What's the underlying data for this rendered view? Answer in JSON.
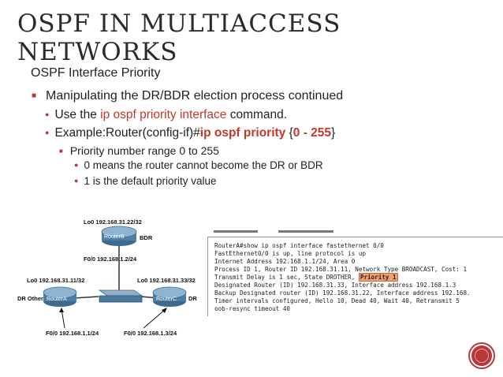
{
  "slide": {
    "title": "OSPF IN MULTIACCESS NETWORKS",
    "subtitle": "OSPF Interface Priority",
    "bullet1": "Manipulating the DR/BDR election process continued",
    "bullet2a_pre": "Use the ",
    "bullet2a_red": "ip ospf priority interface",
    "bullet2a_post": " command.",
    "bullet2b_pre": "Example:Router(config-if)#",
    "bullet2b_red": "ip ospf priority",
    "bullet2b_mid": " {",
    "bullet2b_range": "0 - 255",
    "bullet2b_post": "}",
    "bullet3": "Priority number range 0 to 255",
    "bullet4a": "0 means the router cannot become the DR or BDR",
    "bullet4b": "1 is the default priority value"
  },
  "diagram": {
    "routerB_lo": "Lo0 192.168.31.22/32",
    "routerB_name": "RouterB",
    "routerB_role": "BDR",
    "routerB_f0": "F0/0 192.168.1.2/24",
    "routerA_lo": "Lo0 192.168.31.11/32",
    "routerA_name": "RouterA",
    "routerA_role": "DR Other",
    "routerA_f0": "F0/0 192.168.1.1/24",
    "routerC_lo": "Lo0 192.168.31.33/32",
    "routerC_name": "RouterC",
    "routerC_role": "DR",
    "routerC_f0": "F0/0 192.168.1.3/24"
  },
  "terminal": {
    "lines": [
      "RouterA#show ip ospf interface fastethernet 0/0",
      "FastEthernet0/0 is up, line protocol is up",
      "  Internet Address 192.168.1.1/24, Area 0",
      "  Process ID 1, Router ID 192.168.31.11, Network Type BROADCAST, Cost: 1",
      "  Transmit Delay is 1 sec, State DROTHER,",
      "  Designated Router (ID) 192.168.31.33, Interface address 192.168.1.3",
      "  Backup Designated router (ID) 192.168.31.22, Interface address 192.168.",
      "  Timer intervals configured, Hello 10, Dead 40, Wait 40, Retransmit 5",
      "    oob-resync timeout 40"
    ],
    "highlight": "Priority 1"
  },
  "colors": {
    "accent": "#b9373a",
    "command_red": "#c0392b",
    "highlight": "#f0a070"
  }
}
